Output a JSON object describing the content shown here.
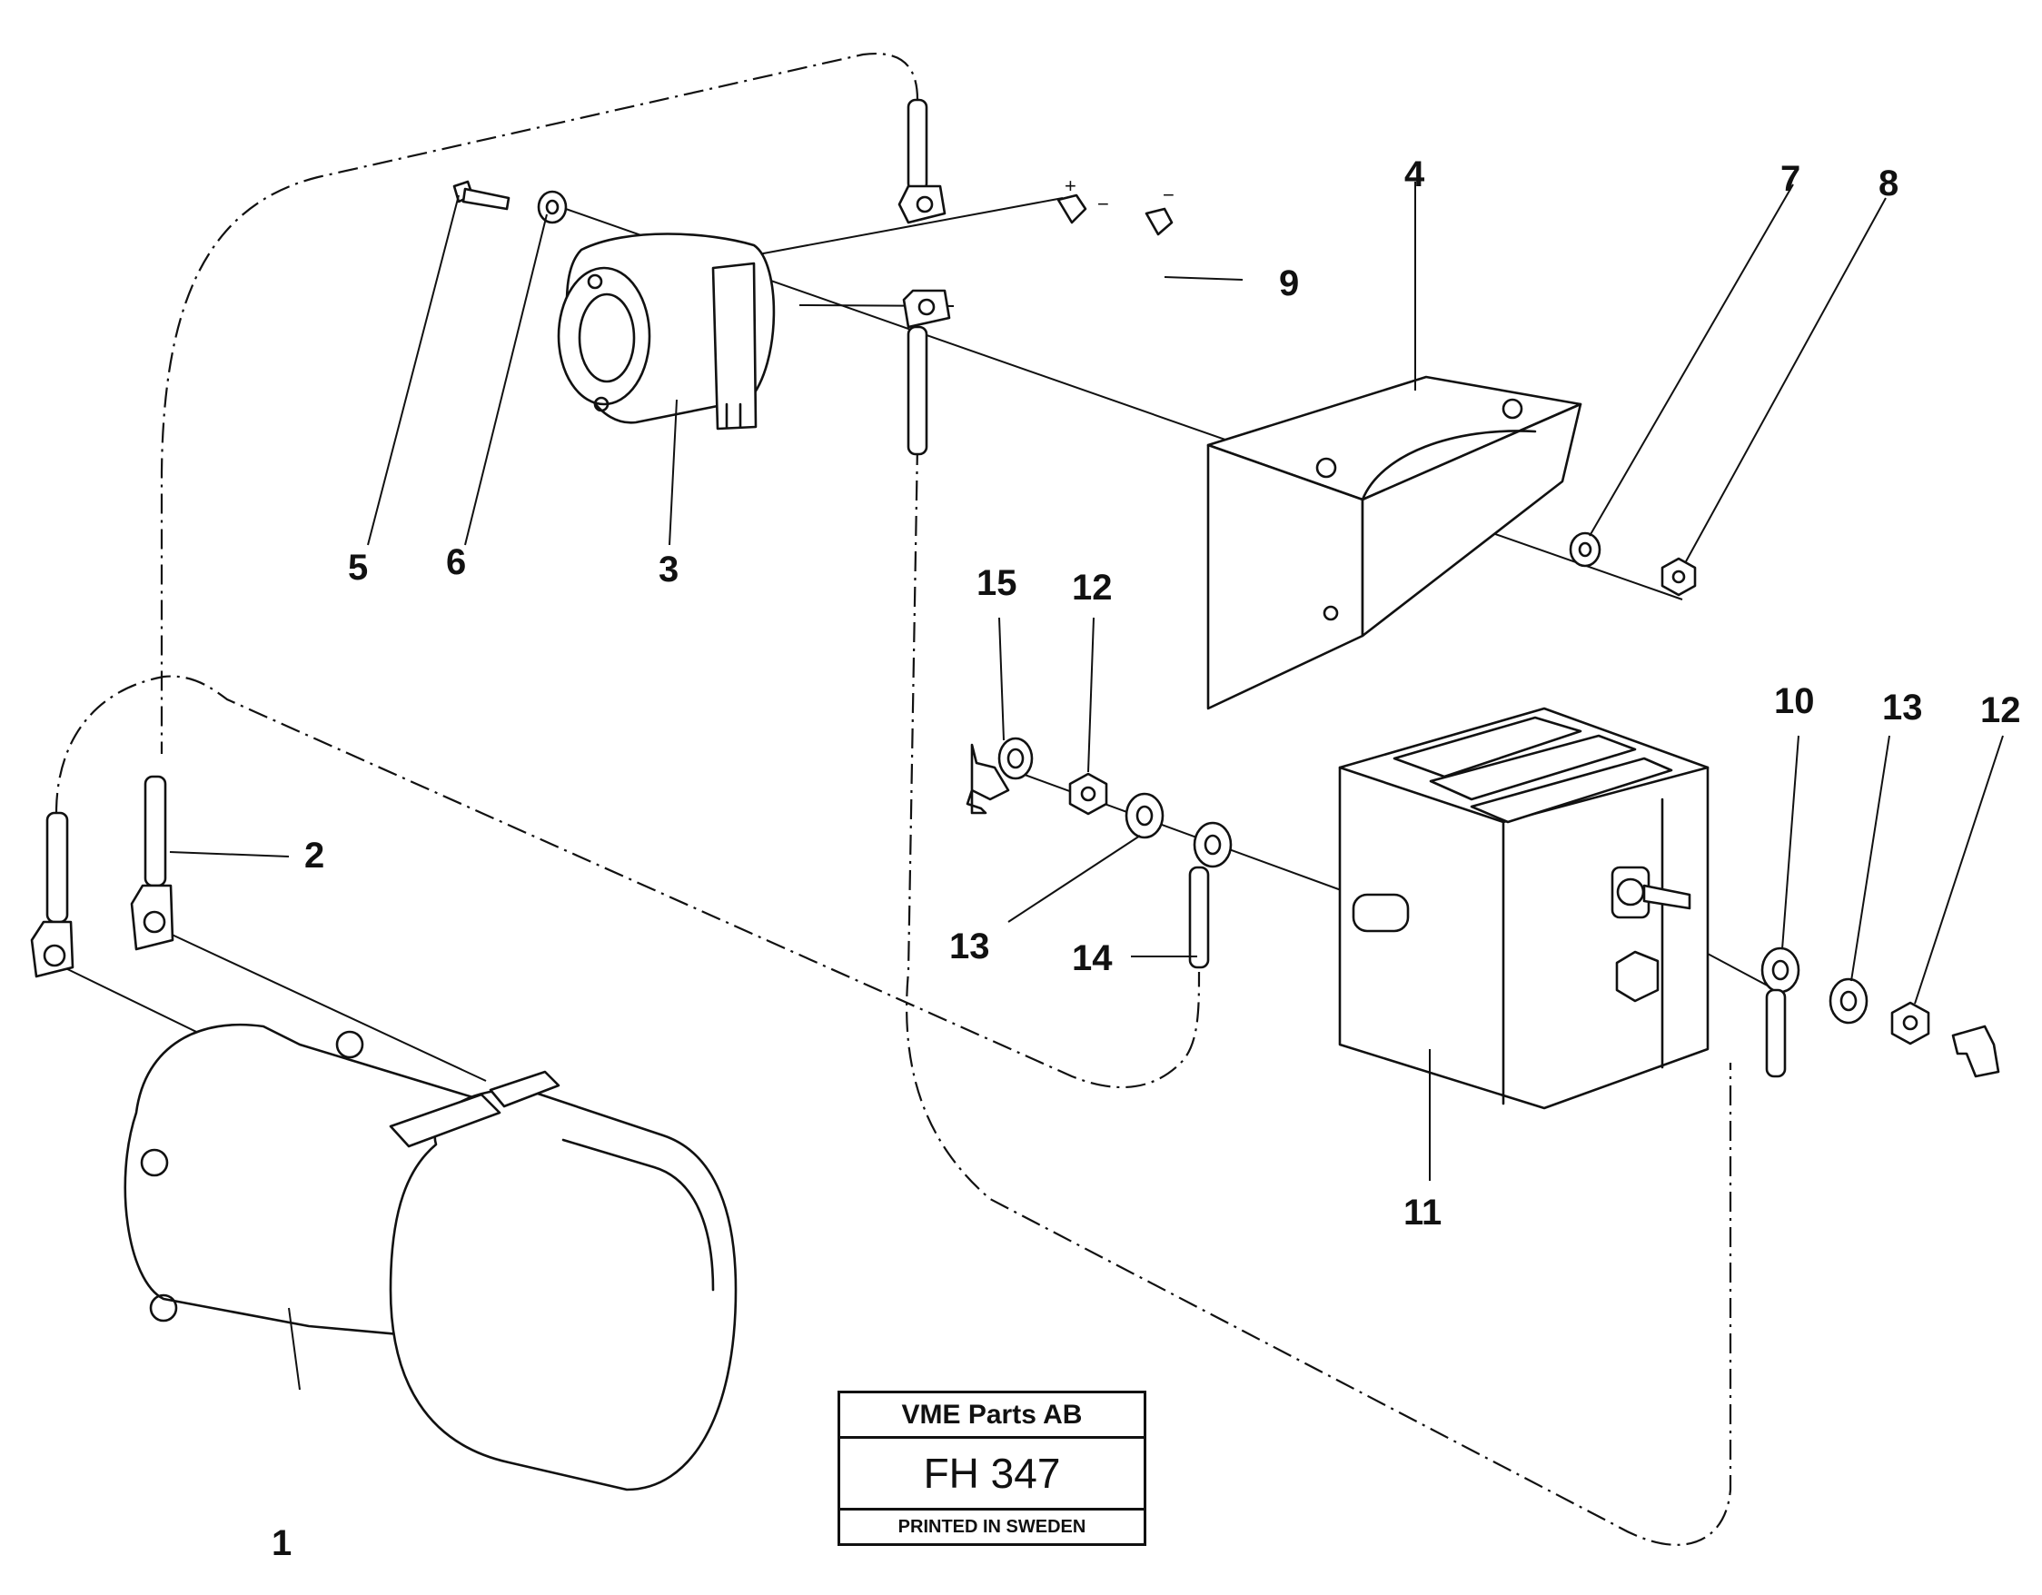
{
  "callouts": {
    "c1": "1",
    "c2": "2",
    "c3": "3",
    "c4": "4",
    "c5": "5",
    "c6": "6",
    "c7": "7",
    "c8": "8",
    "c9": "9",
    "c10": "10",
    "c11": "11",
    "c12a": "12",
    "c12b": "12",
    "c13a": "13",
    "c13b": "13",
    "c14": "14",
    "c15": "15"
  },
  "polarity": {
    "plus": "+",
    "minus_a": "−",
    "minus_b": "−"
  },
  "title_block": {
    "company": "VME Parts AB",
    "drawing_no": "FH 347",
    "printed": "PRINTED IN SWEDEN"
  }
}
